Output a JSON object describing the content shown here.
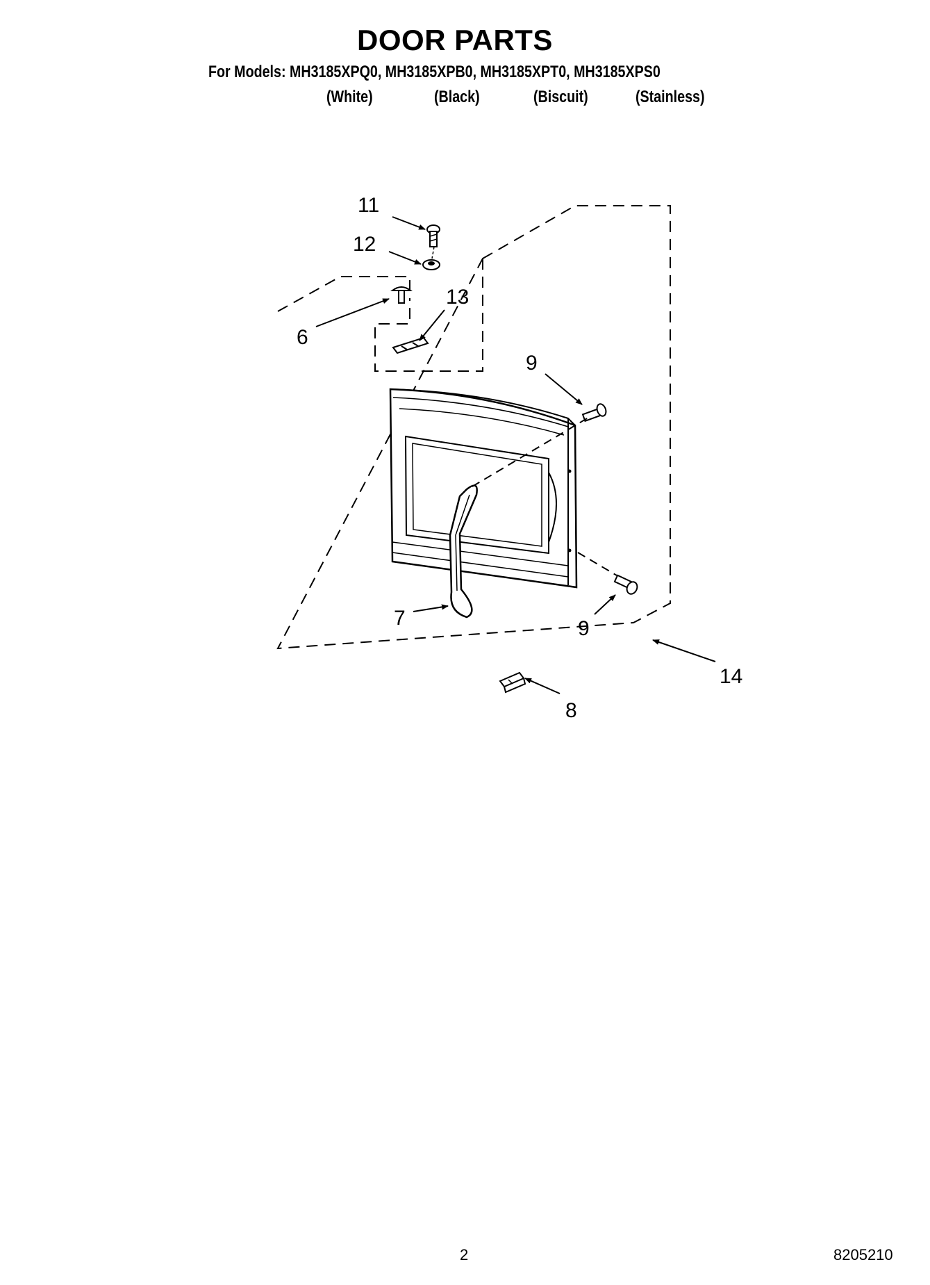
{
  "header": {
    "title": "DOOR PARTS",
    "models_line": "For Models: MH3185XPQ0, MH3185XPB0, MH3185XPT0, MH3185XPS0",
    "variants": [
      "(White)",
      "(Black)",
      "(Biscuit)",
      "(Stainless)"
    ]
  },
  "callouts": {
    "c11": "11",
    "c12": "12",
    "c6": "6",
    "c13": "13",
    "c9_top": "9",
    "c7": "7",
    "c9_bottom": "9",
    "c14": "14",
    "c8": "8"
  },
  "footer": {
    "page_number": "2",
    "doc_number": "8205210"
  }
}
